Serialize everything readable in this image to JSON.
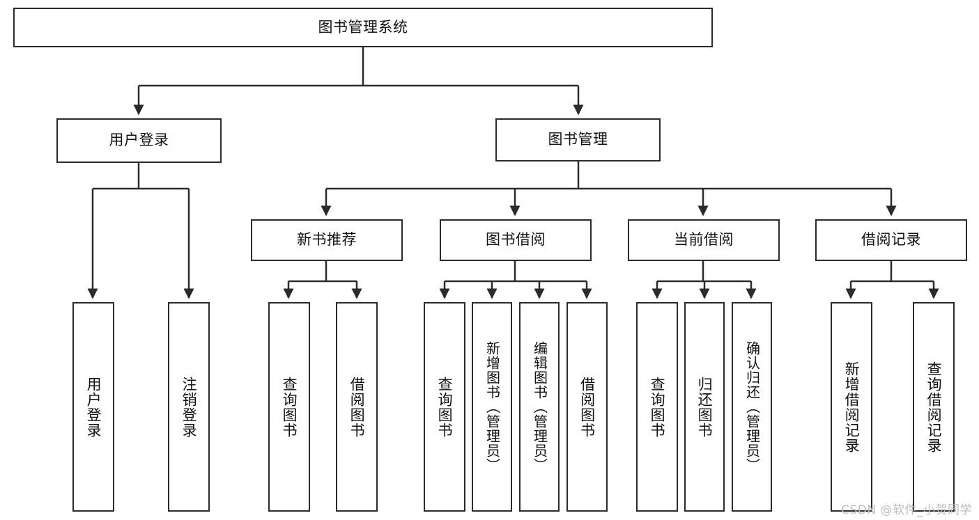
{
  "diagram": {
    "title": "图书管理系统",
    "type": "tree-hierarchy-diagram",
    "colors": {
      "box_border": "#2b2b2b",
      "box_fill": "#ffffff",
      "connector": "#2b2b2b",
      "text": "#111111",
      "watermark": "#bdbdbd"
    },
    "root": {
      "label": "图书管理系统"
    },
    "level2": [
      {
        "label": "用户登录"
      },
      {
        "label": "图书管理"
      }
    ],
    "level3": [
      {
        "label": "新书推荐"
      },
      {
        "label": "图书借阅"
      },
      {
        "label": "当前借阅"
      },
      {
        "label": "借阅记录"
      }
    ],
    "leaves": {
      "user_login": [
        {
          "label": "用户登录"
        },
        {
          "label": "注销登录"
        }
      ],
      "new_book_recommend": [
        {
          "label": "查询图书"
        },
        {
          "label": "借阅图书"
        }
      ],
      "book_borrow": [
        {
          "label": "查询图书"
        },
        {
          "label": "新增图书（管理员）"
        },
        {
          "label": "编辑图书（管理员）"
        },
        {
          "label": "借阅图书"
        }
      ],
      "current_borrow": [
        {
          "label": "查询图书"
        },
        {
          "label": "归还图书"
        },
        {
          "label": "确认归还（管理员）"
        }
      ],
      "borrow_record": [
        {
          "label": "新增借阅记录"
        },
        {
          "label": "查询借阅记录"
        }
      ]
    }
  },
  "watermark": {
    "text": "CSDN @软件_小贺同学"
  }
}
